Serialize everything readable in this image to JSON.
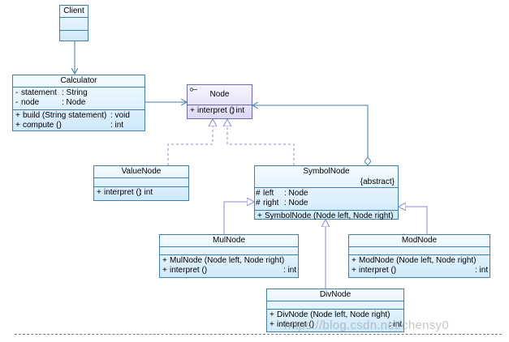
{
  "classes": {
    "client": {
      "name": "Client"
    },
    "calculator": {
      "name": "Calculator",
      "attributes": [
        {
          "vis": "-",
          "name": "statement",
          "type": ": String"
        },
        {
          "vis": "-",
          "name": "node",
          "type": ": Node"
        }
      ],
      "operations": [
        {
          "vis": "+",
          "sig": "build (String statement)",
          "ret": ": void"
        },
        {
          "vis": "+",
          "sig": "compute ()",
          "ret": ": int"
        }
      ]
    },
    "node": {
      "name": "Node",
      "operations": [
        {
          "vis": "+",
          "sig": "interpret ()",
          "ret": ": int"
        }
      ]
    },
    "value_node": {
      "name": "ValueNode",
      "operations": [
        {
          "vis": "+",
          "sig": "interpret ()",
          "ret": ": int"
        }
      ]
    },
    "symbol_node": {
      "name": "SymbolNode",
      "stereotype": "{abstract}",
      "attributes": [
        {
          "vis": "#",
          "name": "left",
          "type": ": Node"
        },
        {
          "vis": "#",
          "name": "right",
          "type": ": Node"
        }
      ],
      "operations": [
        {
          "vis": "+",
          "sig": "SymbolNode (Node left, Node right)"
        }
      ]
    },
    "mul_node": {
      "name": "MulNode",
      "operations": [
        {
          "vis": "+",
          "sig": "MulNode (Node left, Node right)"
        },
        {
          "vis": "+",
          "sig": "interpret ()",
          "ret": ": int"
        }
      ]
    },
    "mod_node": {
      "name": "ModNode",
      "operations": [
        {
          "vis": "+",
          "sig": "ModNode (Node left, Node right)"
        },
        {
          "vis": "+",
          "sig": "interpret ()",
          "ret": ": int"
        }
      ]
    },
    "div_node": {
      "name": "DivNode",
      "operations": [
        {
          "vis": "+",
          "sig": "DivNode (Node left, Node right)"
        },
        {
          "vis": "+",
          "sig": "interpret ()",
          "ret": ": int"
        }
      ]
    }
  },
  "watermark": "https://blog.csdn.net/chensy0",
  "colors": {
    "border": "#3f7fb0",
    "interface_border": "#6a6ab8",
    "association": "#3f7fb0",
    "realization": "#8a8ad0"
  }
}
